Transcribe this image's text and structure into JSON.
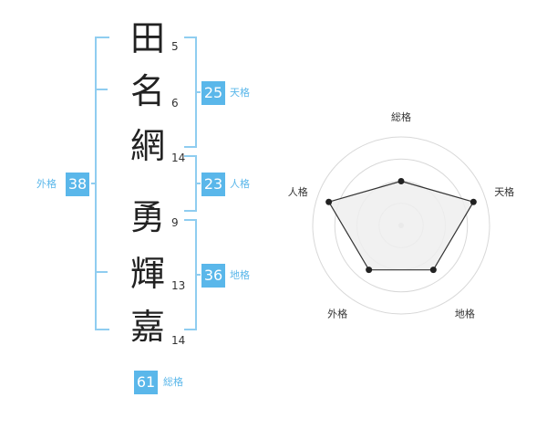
{
  "name": {
    "characters": [
      {
        "kanji": "田",
        "strokes": "5"
      },
      {
        "kanji": "名",
        "strokes": "6"
      },
      {
        "kanji": "網",
        "strokes": "14"
      },
      {
        "kanji": "勇",
        "strokes": "9"
      },
      {
        "kanji": "輝",
        "strokes": "13"
      },
      {
        "kanji": "嘉",
        "strokes": "14"
      }
    ]
  },
  "kakusu": {
    "tenkaku": {
      "value": "25",
      "label": "天格"
    },
    "jinkaku": {
      "value": "23",
      "label": "人格"
    },
    "chikaku": {
      "value": "36",
      "label": "地格"
    },
    "gaikaku": {
      "value": "38",
      "label": "外格"
    },
    "soukaku": {
      "value": "61",
      "label": "総格"
    }
  },
  "colors": {
    "bracket": "#8fcdf0",
    "badge": "#5ab7ea",
    "badge_text": "#ffffff",
    "radar_fill": "#efefef",
    "radar_stroke": "#333333",
    "grid": "#d8d8d8"
  },
  "chart_data": {
    "type": "radar",
    "axes": [
      "総格",
      "天格",
      "地格",
      "外格",
      "人格"
    ],
    "values": [
      0.5,
      0.86,
      0.62,
      0.62,
      0.86
    ],
    "scale_max": 1,
    "rings": 4
  }
}
